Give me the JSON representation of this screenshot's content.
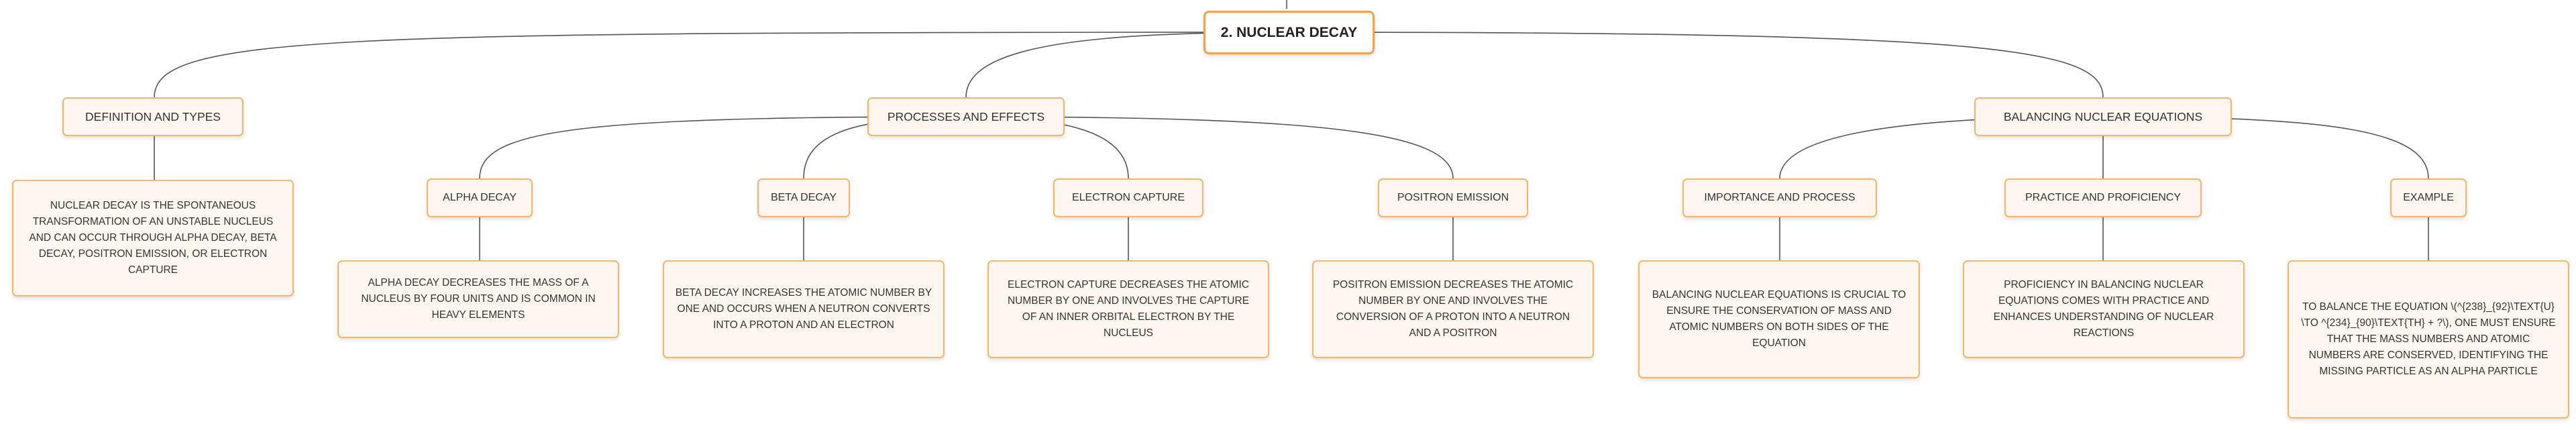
{
  "diagram": {
    "root": {
      "label": "2. NUCLEAR DECAY"
    },
    "branches": [
      {
        "label": "DEFINITION AND TYPES",
        "leaf": "NUCLEAR DECAY IS THE SPONTANEOUS TRANSFORMATION OF AN UNSTABLE NUCLEUS AND CAN OCCUR THROUGH ALPHA DECAY, BETA DECAY, POSITRON EMISSION, OR ELECTRON CAPTURE"
      },
      {
        "label": "PROCESSES AND EFFECTS",
        "children": [
          {
            "label": "ALPHA DECAY",
            "leaf": "ALPHA DECAY DECREASES THE MASS OF A NUCLEUS BY FOUR UNITS AND IS COMMON IN HEAVY ELEMENTS"
          },
          {
            "label": "BETA DECAY",
            "leaf": "BETA DECAY INCREASES THE ATOMIC NUMBER BY ONE AND OCCURS WHEN A NEUTRON CONVERTS INTO A PROTON AND AN ELECTRON"
          },
          {
            "label": "ELECTRON CAPTURE",
            "leaf": "ELECTRON CAPTURE DECREASES THE ATOMIC NUMBER BY ONE AND INVOLVES THE CAPTURE OF AN INNER ORBITAL ELECTRON BY THE NUCLEUS"
          },
          {
            "label": "POSITRON EMISSION",
            "leaf": "POSITRON EMISSION DECREASES THE ATOMIC NUMBER BY ONE AND INVOLVES THE CONVERSION OF A PROTON INTO A NEUTRON AND A POSITRON"
          }
        ]
      },
      {
        "label": "BALANCING NUCLEAR EQUATIONS",
        "children": [
          {
            "label": "IMPORTANCE AND PROCESS",
            "leaf": "BALANCING NUCLEAR EQUATIONS IS CRUCIAL TO ENSURE THE CONSERVATION OF MASS AND ATOMIC NUMBERS ON BOTH SIDES OF THE EQUATION"
          },
          {
            "label": "PRACTICE AND PROFICIENCY",
            "leaf": "PROFICIENCY IN BALANCING NUCLEAR EQUATIONS COMES WITH PRACTICE AND ENHANCES UNDERSTANDING OF NUCLEAR REACTIONS"
          },
          {
            "label": "EXAMPLE",
            "leaf": "TO BALANCE THE EQUATION \\(^{238}_{92}\\TEXT{U} \\TO ^{234}_{90}\\TEXT{TH} + ?\\), ONE MUST ENSURE THAT THE MASS NUMBERS AND ATOMIC NUMBERS ARE CONSERVED, IDENTIFYING THE MISSING PARTICLE AS AN ALPHA PARTICLE"
          }
        ]
      }
    ]
  },
  "colors": {
    "node_border": "#f4b76a",
    "root_border": "#f2a155",
    "node_fill": "#fff7ef",
    "edge": "#555555",
    "text": "#333333"
  }
}
